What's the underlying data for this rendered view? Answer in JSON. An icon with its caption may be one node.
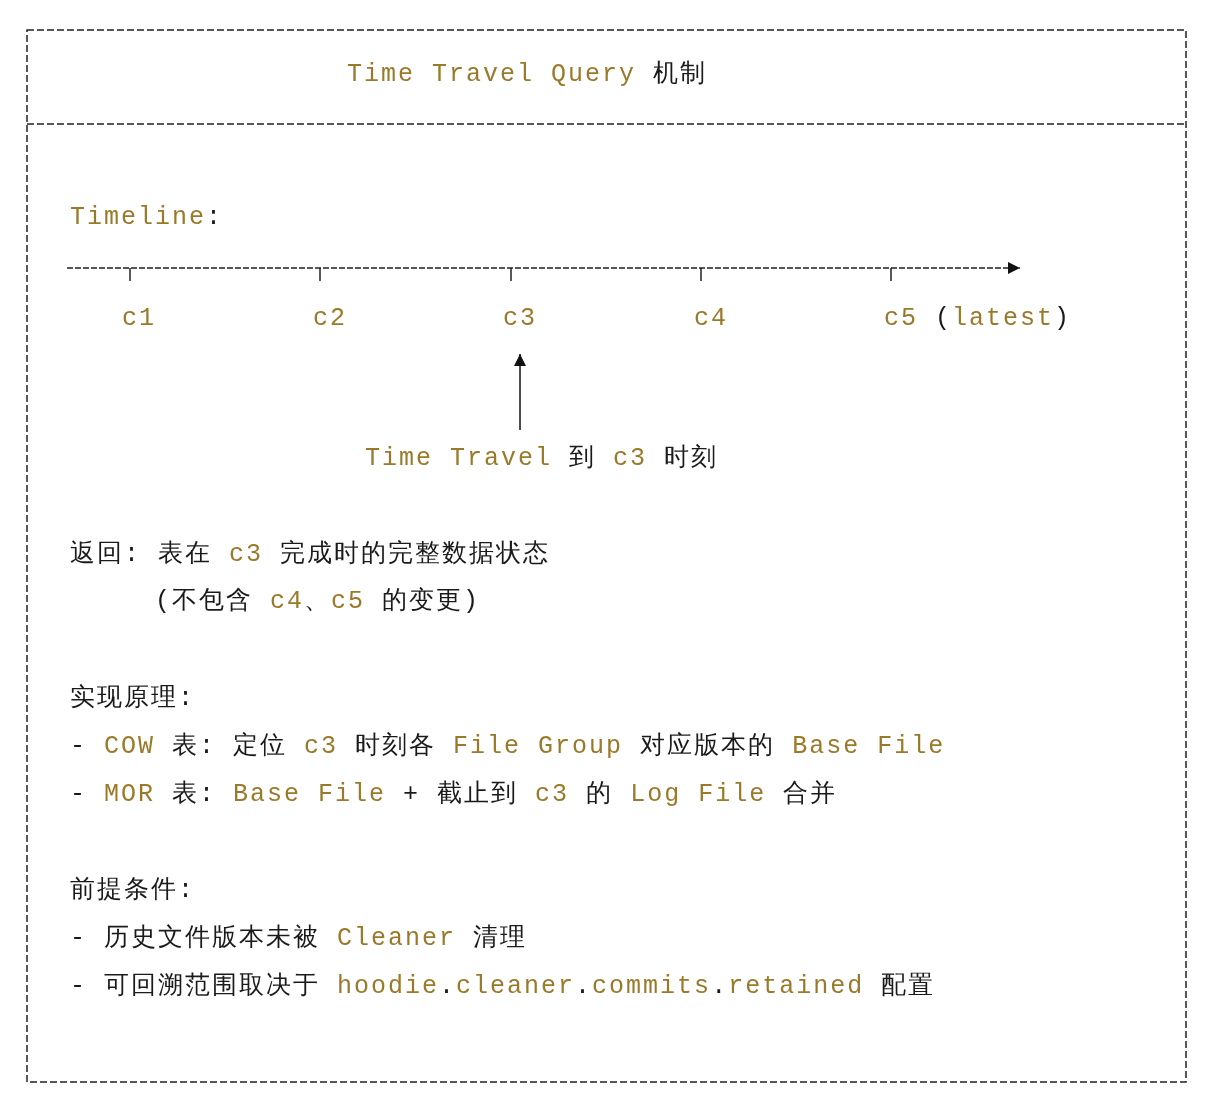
{
  "diagram": {
    "title": "Time Travel Query 机制",
    "nodes": [
      {
        "text": [
          "c1"
        ]
      },
      {
        "text": [
          "c2"
        ]
      },
      {
        "text": [
          "c3"
        ]
      },
      {
        "text": [
          "c4"
        ]
      },
      {
        "text": [
          "c5 (latest)"
        ]
      },
      {
        "text": [
          "Time Travel 到 c3 时刻"
        ]
      }
    ],
    "edges": [
      {
        "from": 5,
        "to": 2,
        "arrow": "to"
      }
    ],
    "labels": [
      "Timeline:",
      "返回: 表在 c3 完成时的完整数据状态",
      "(不包含 c4、c5 的变更)",
      "实现原理:",
      "- COW 表: 定位 c3 时刻各 File Group 对应版本的 Base File",
      "- MOR 表: Base File + 截止到 c3 的 Log File 合并",
      "前提条件:",
      "- 历史文件版本未被 Cleaner 清理",
      "- 可回溯范围取决于 hoodie.cleaner.commits.retained 配置"
    ]
  }
}
